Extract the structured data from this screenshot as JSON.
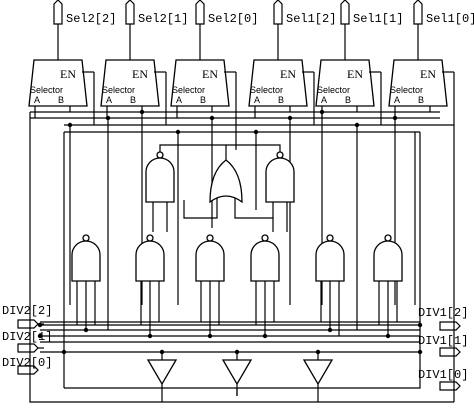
{
  "top_signals": [
    "Sel2[2]",
    "Sel2[1]",
    "Sel2[0]",
    "Sel1[2]",
    "Sel1[1]",
    "Sel1[0]"
  ],
  "selector": {
    "title": "Selector",
    "en": "EN",
    "a": "A",
    "b": "B"
  },
  "left_inputs": [
    "DIV2[2]",
    "DIV2[1]",
    "DIV2[0]"
  ],
  "right_inputs": [
    "DIV1[2]",
    "DIV1[1]",
    "DIV1[0]"
  ]
}
